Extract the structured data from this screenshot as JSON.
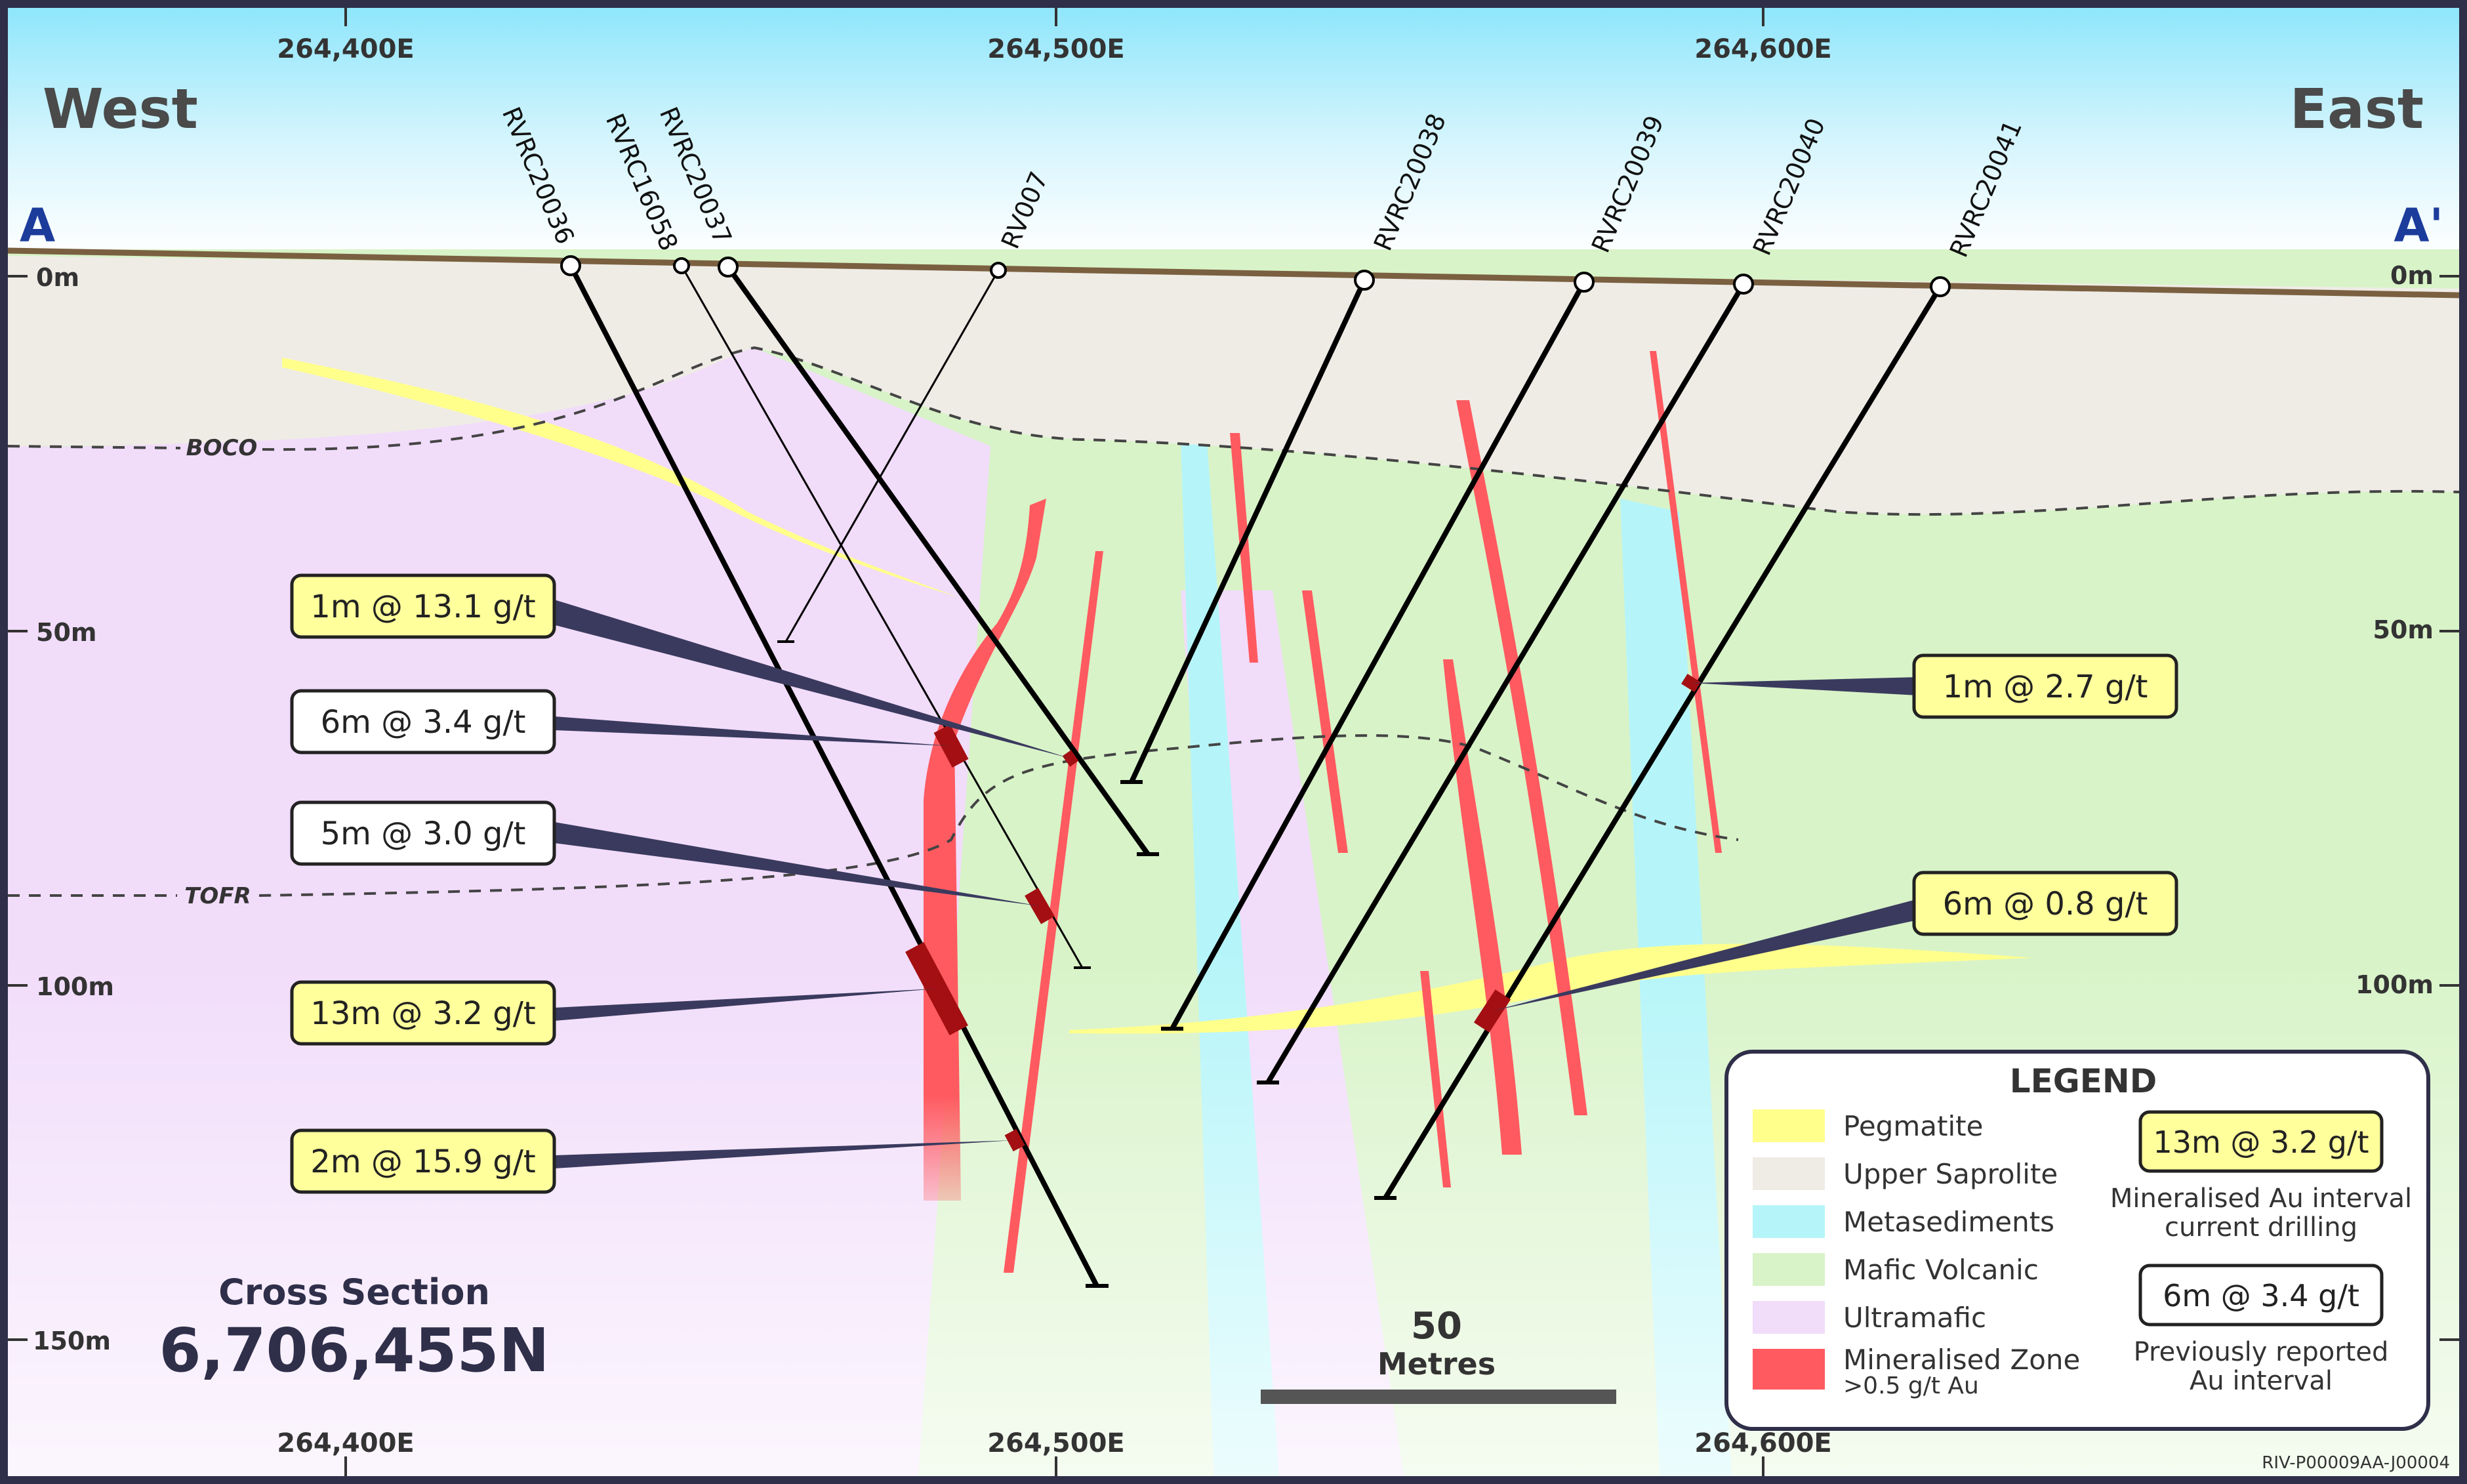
{
  "directions": {
    "west": "West",
    "east": "East"
  },
  "section_ends": {
    "left": "A",
    "right": "A'"
  },
  "eastings": {
    "e1": "264,400E",
    "e2": "264,500E",
    "e3": "264,600E"
  },
  "depth_labels": {
    "d0": "0m",
    "d50": "50m",
    "d100": "100m",
    "d150": "150m"
  },
  "contacts": {
    "boco": "BOCO",
    "tofr": "TOFR"
  },
  "drillholes": [
    {
      "id": "RVRC20036"
    },
    {
      "id": "RVRC16058"
    },
    {
      "id": "RVRC20037"
    },
    {
      "id": "RV007"
    },
    {
      "id": "RVRC20038"
    },
    {
      "id": "RVRC20039"
    },
    {
      "id": "RVRC20040"
    },
    {
      "id": "RVRC20041"
    }
  ],
  "intercepts": [
    {
      "text": "1m @ 13.1 g/t",
      "kind": "current"
    },
    {
      "text": "6m @ 3.4 g/t",
      "kind": "previous"
    },
    {
      "text": "5m @ 3.0 g/t",
      "kind": "previous"
    },
    {
      "text": "13m @ 3.2 g/t",
      "kind": "current"
    },
    {
      "text": "2m @ 15.9 g/t",
      "kind": "current"
    },
    {
      "text": "1m @ 2.7 g/t",
      "kind": "current"
    },
    {
      "text": "6m @ 0.8 g/t",
      "kind": "current"
    }
  ],
  "legend": {
    "title": "LEGEND",
    "items": [
      {
        "label": "Pegmatite",
        "color": "#ffff8c"
      },
      {
        "label": "Upper Saprolite",
        "color": "#efece6"
      },
      {
        "label": "Metasediments",
        "color": "#b5f5f9"
      },
      {
        "label": "Mafic Volcanic",
        "color": "#d8f3c8"
      },
      {
        "label": "Ultramafic",
        "color": "#f1dcfa"
      },
      {
        "label": "Mineralised Zone",
        "label2": ">0.5 g/t Au",
        "color": "#ff5a60"
      }
    ],
    "current_example": "13m @ 3.2 g/t",
    "current_caption_1": "Mineralised Au interval",
    "current_caption_2": "current drilling",
    "previous_example": "6m @ 3.4 g/t",
    "previous_caption_1": "Previously reported",
    "previous_caption_2": "Au interval"
  },
  "section": {
    "caption": "Cross Section",
    "northing": "6,706,455N"
  },
  "scale_bar": {
    "value": "50",
    "unit": "Metres"
  },
  "figure_code": "RIV-P00009AA-J00004",
  "colors": {
    "pegmatite": "#ffff8c",
    "saprolite": "#efece6",
    "metasediments": "#b5f5f9",
    "mafic": "#d8f3c8",
    "ultramafic": "#f1dcfa",
    "mineralised": "#ff5a60",
    "intercept_fill": "#a30f12",
    "leader": "#3a3a5e",
    "current_box": "#ffff9c",
    "previous_box": "#ffffff",
    "frame": "#2f2f4a"
  }
}
